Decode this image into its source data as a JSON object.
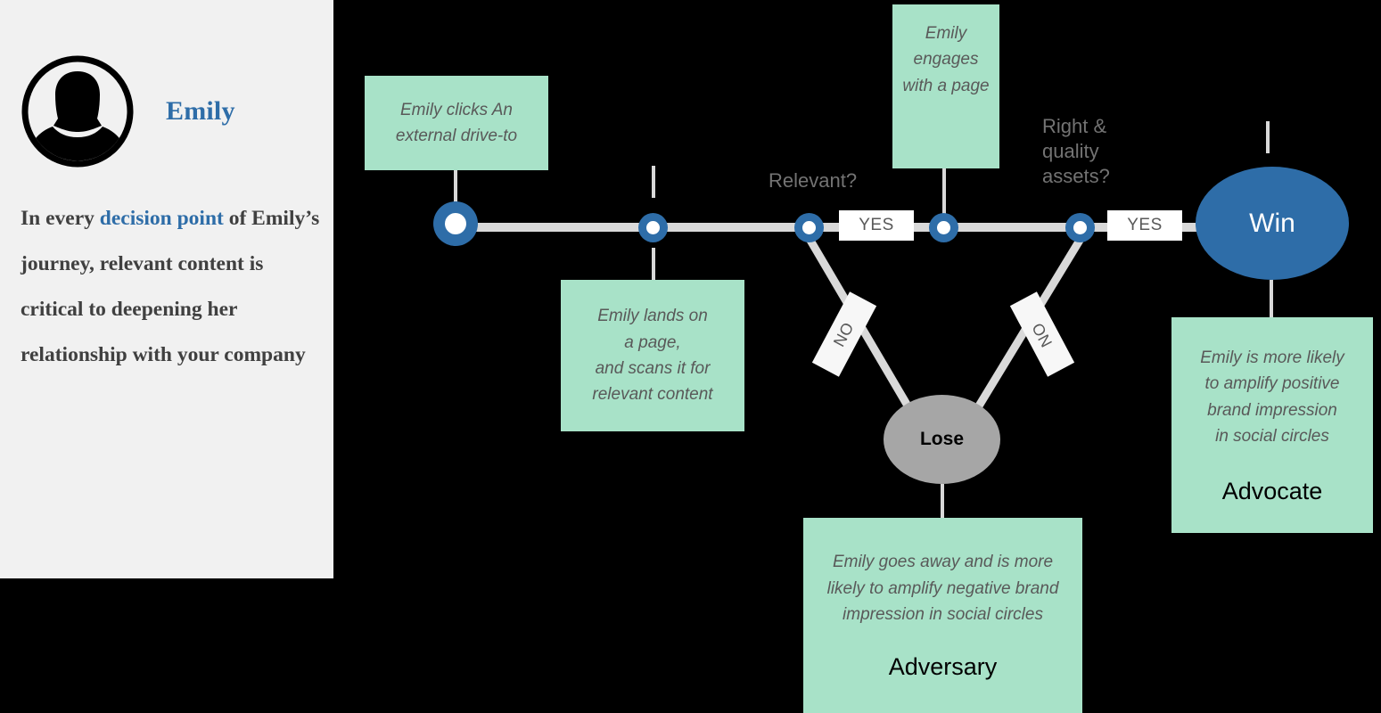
{
  "persona": {
    "avatar_icon": "person-avatar-icon",
    "name": "Emily",
    "statement_part1": "In every ",
    "statement_highlight": "decision point",
    "statement_part2": " of Emily’s journey, relevant content is critical to deepening her relationship with your company"
  },
  "colors": {
    "panel_background": "#f1f1f1",
    "accent_blue": "#2e6da8",
    "green_box": "#a8e2c8",
    "rail_gray": "#d9d9d9",
    "lose_gray": "#a6a6a6",
    "body_text": "#595959",
    "label_text": "#737373",
    "canvas": "#000000"
  },
  "flow": {
    "steps": [
      {
        "id": "click",
        "label": "Emily clicks An\nexternal drive-to"
      },
      {
        "id": "land",
        "label": "Emily lands on\na page,\nand scans it for\nrelevant content"
      },
      {
        "id": "engage",
        "label": "Emily\nengages\nwith a page"
      }
    ],
    "boxes": {
      "click": {
        "line1": "Emily clicks An",
        "line2": "external drive-to"
      },
      "land": {
        "line1": "Emily lands on",
        "line2": "a page,",
        "line3": "and scans it for",
        "line4": "relevant content"
      },
      "engage": {
        "line1": "Emily",
        "line2": "engages",
        "line3": "with a page"
      }
    },
    "decisions": [
      {
        "id": "relevant",
        "label": "Relevant?"
      },
      {
        "id": "assets",
        "line1": "Right &",
        "line2": "quality",
        "line3": "assets?"
      }
    ],
    "edge_labels": {
      "yes_1": "YES",
      "yes_2": "YES",
      "no_1": "NO",
      "no_2": "NO"
    },
    "outcomes": {
      "win": {
        "title": "Win",
        "box_line1": "Emily is more likely",
        "box_line2": "to amplify positive",
        "box_line3": "brand impression",
        "box_line4": "in social circles",
        "role": "Advocate"
      },
      "lose": {
        "title": "Lose",
        "box_line1": "Emily goes away and is more",
        "box_line2": "likely to amplify negative brand",
        "box_line3": "impression in social circles",
        "role": "Adversary"
      }
    }
  }
}
